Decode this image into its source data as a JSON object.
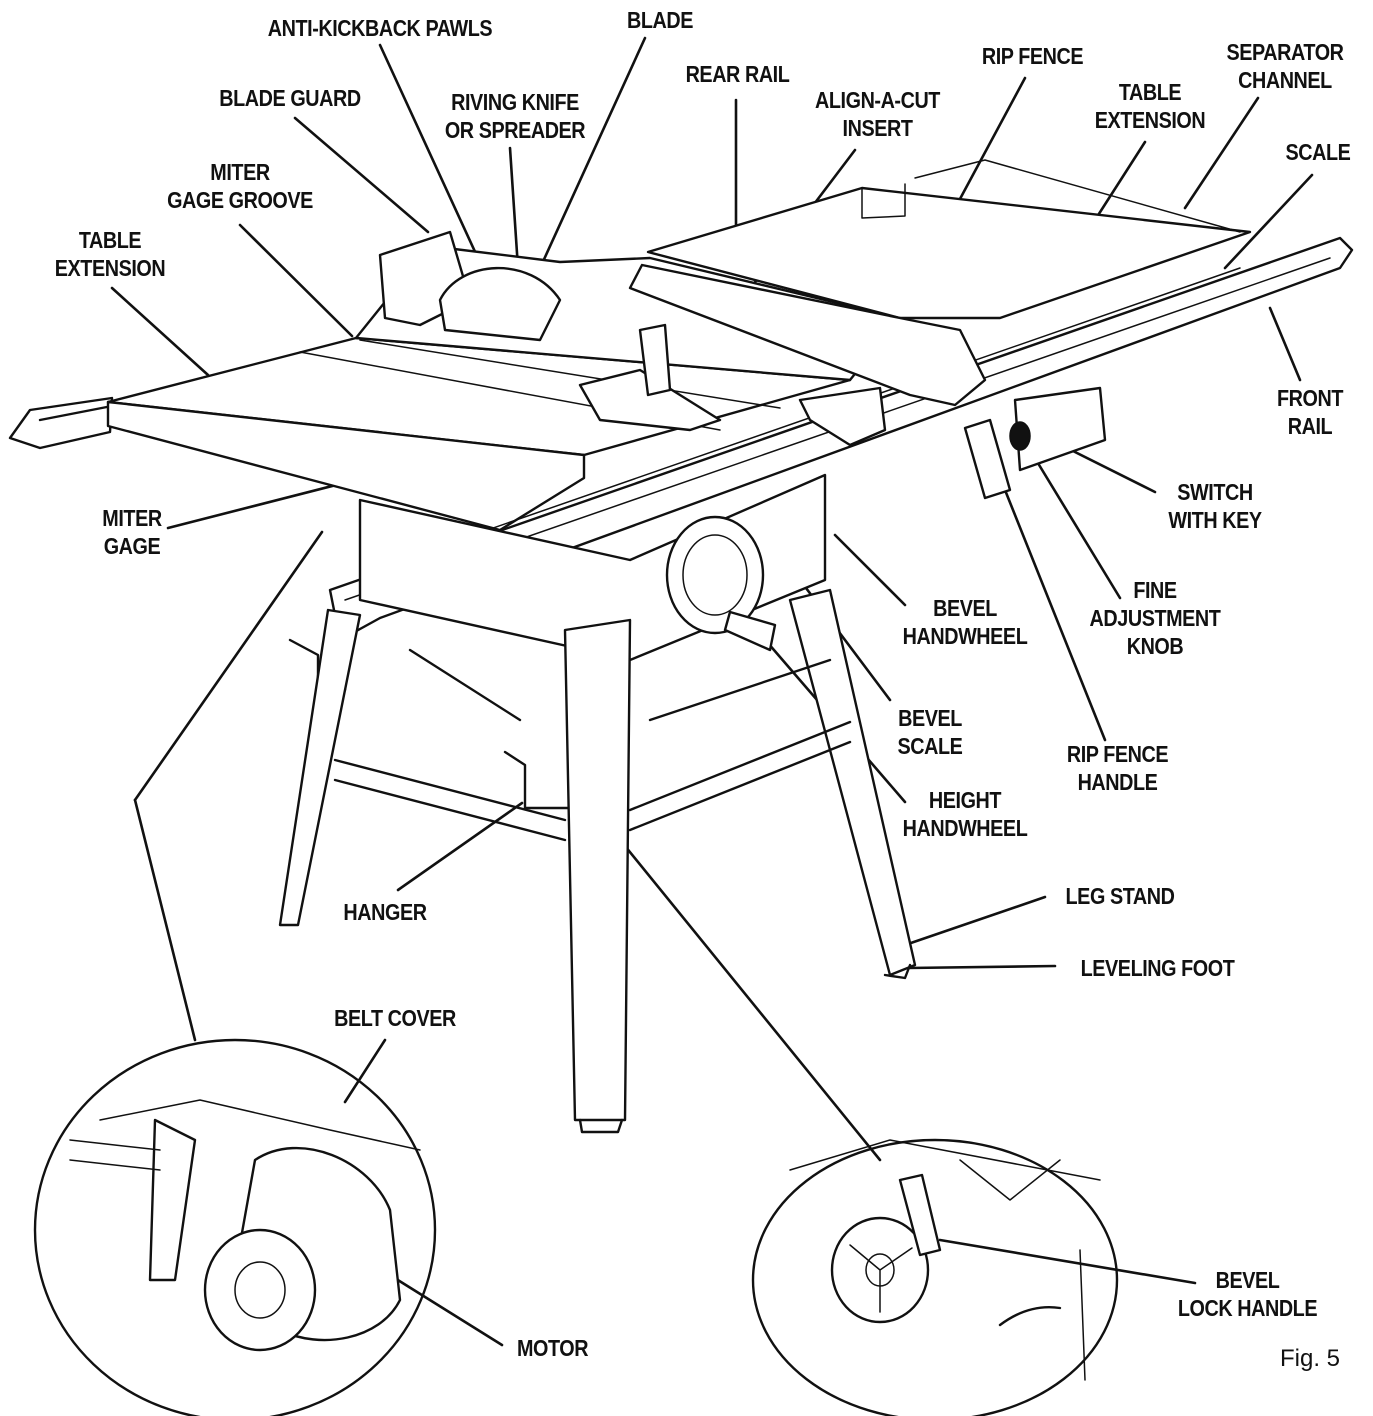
{
  "labels": {
    "anti_kickback_pawls": [
      "ANTI-KICKBACK PAWLS"
    ],
    "blade": [
      "BLADE"
    ],
    "blade_guard": [
      "BLADE GUARD"
    ],
    "riving_knife": [
      "RIVING KNIFE",
      "OR SPREADER"
    ],
    "rear_rail": [
      "REAR RAIL"
    ],
    "align_a_cut": [
      "ALIGN-A-CUT",
      "INSERT"
    ],
    "rip_fence": [
      "RIP FENCE"
    ],
    "separator_channel": [
      "SEPARATOR",
      "CHANNEL"
    ],
    "table_extension_right": [
      "TABLE",
      "EXTENSION"
    ],
    "scale": [
      "SCALE"
    ],
    "miter_gage_groove": [
      "MITER",
      "GAGE GROOVE"
    ],
    "table_extension_left": [
      "TABLE",
      "EXTENSION"
    ],
    "front_rail": [
      "FRONT",
      "RAIL"
    ],
    "switch_with_key": [
      "SWITCH",
      "WITH  KEY"
    ],
    "miter_gage": [
      "MITER",
      "GAGE"
    ],
    "fine_adjustment_knob": [
      "FINE",
      "ADJUSTMENT",
      "KNOB"
    ],
    "bevel_handwheel": [
      "BEVEL",
      "HANDWHEEL"
    ],
    "bevel_scale": [
      "BEVEL",
      "SCALE"
    ],
    "rip_fence_handle": [
      "RIP FENCE",
      "HANDLE"
    ],
    "height_handwheel": [
      "HEIGHT",
      "HANDWHEEL"
    ],
    "leg_stand": [
      "LEG STAND"
    ],
    "hanger": [
      "HANGER"
    ],
    "leveling_foot": [
      "LEVELING FOOT"
    ],
    "belt_cover": [
      "BELT COVER"
    ],
    "bevel_lock_handle": [
      "BEVEL",
      "LOCK HANDLE"
    ],
    "motor": [
      "MOTOR"
    ]
  },
  "figure_caption": "Fig. 5",
  "colors": {
    "ink": "#111111",
    "paper": "#ffffff"
  }
}
